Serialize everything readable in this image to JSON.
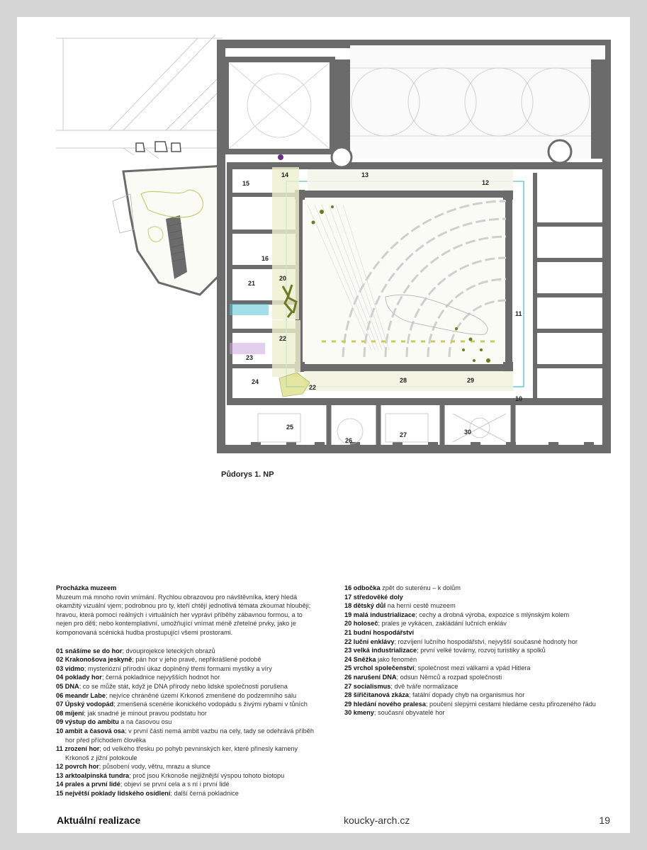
{
  "plan": {
    "labels": [
      "10",
      "11",
      "12",
      "13",
      "14",
      "15",
      "16",
      "20",
      "21",
      "22",
      "22",
      "23",
      "24",
      "25",
      "26",
      "27",
      "28",
      "29",
      "30"
    ],
    "colors": {
      "wall": "#6b6b6c",
      "wall_light": "#8c8c8e",
      "accent_cyan": "#58c4d6",
      "accent_olive": "#6d7a1e",
      "accent_purple": "#6b2f8a",
      "accent_yellow": "#d9dd7a"
    }
  },
  "caption": "Půdorys 1. NP",
  "intro": {
    "title": "Procházka muzeem",
    "text": "Muzeum má mnoho rovin vnímání. Rychlou obrazovou pro návštěvníka, který hledá okamžitý vizuální vjem; podrobnou pro ty, kteří chtějí jednotlivá témata zkoumat hlouběji; hravou, která pomocí reálných i virtuálních her vypráví příběhy zábavnou formou, a to nejen pro děti; nebo kontemplativní, umožňující vnímat méně zřetelné prvky, jako je komponovaná scénická hudba prostupující všemi prostorami."
  },
  "items_left": [
    {
      "b": "01 snášíme se do hor",
      "t": "; dvouprojekce leteckých obrazů"
    },
    {
      "b": "02 Krakonošova jeskyně",
      "t": "; pán hor v jeho pravé, nepřikrášlené podobě"
    },
    {
      "b": "03 vidmo",
      "t": "; mysteriózní přírodní úkaz doplněný třemi formami mystiky a víry"
    },
    {
      "b": "04 poklady hor",
      "t": "; černá pokladnice nejvyšších hodnot hor"
    },
    {
      "b": "05 DNA",
      "t": "; co se může stát, když je DNA přírody nebo lidské společnosti porušena"
    },
    {
      "b": "06 meandr Labe",
      "t": "; nejvíce chráněné území Krkonoš zmenšené do podzemního sálu"
    },
    {
      "b": "07 Úpský vodopád",
      "t": "; zmenšená scenérie ikonického vodopádu s živými rybami v tůních"
    },
    {
      "b": "08 míjení",
      "t": "; jak snadné je minout pravou podstatu hor"
    },
    {
      "b": "09 výstup do ambitu",
      "t": " a na časovou osu"
    },
    {
      "b": "10 ambit a časová osa",
      "t": "; v první části nemá ambit vazbu na cely, tady se odehrává příběh hor před příchodem člověka"
    },
    {
      "b": "11 zrození hor",
      "t": "; od velkého třesku po pohyb pevninských ker, které přinesly kameny Krkonoš z jižní polokoule"
    },
    {
      "b": "12 povrch hor",
      "t": "; působení vody, větru, mrazu a slunce"
    },
    {
      "b": "13 arktoalpinská tundra",
      "t": "; proč jsou Krkonoše nejjižnější výspou tohoto biotopu"
    },
    {
      "b": "14 prales a první lidé",
      "t": "; objeví se první cela a s ní i první lidé"
    },
    {
      "b": "15 největší poklady lidského osídlení",
      "t": "; další černá pokladnice"
    }
  ],
  "items_right": [
    {
      "b": "16 odbočka",
      "t": " zpět do suterénu – k dolům"
    },
    {
      "b": "17 středověké doly",
      "t": ""
    },
    {
      "b": "18 dětský důl",
      "t": " na herní cestě muzeem"
    },
    {
      "b": "19 malá industrializace",
      "t": "; cechy a drobná výroba, expozice s mlýnským kolem"
    },
    {
      "b": "20 holoseč",
      "t": "; prales je vykácen, zakládání lučních enkláv"
    },
    {
      "b": "21 budní hospodářství",
      "t": ""
    },
    {
      "b": "22 luční enklávy",
      "t": "; rozvíjení lučního hospodářství, nejvyšší současné hodnoty hor"
    },
    {
      "b": "23 velká industrializace",
      "t": "; první velké továrny, rozvoj turistiky a spolků"
    },
    {
      "b": "24 Sněžka",
      "t": " jako fenomén"
    },
    {
      "b": "25 vrchol společenství",
      "t": "; společnost mezi válkami a vpád Hitlera"
    },
    {
      "b": "26 narušení DNA",
      "t": "; odsun Němců a rozpad společnosti"
    },
    {
      "b": "27 socialismus",
      "t": "; dvě tváře normalizace"
    },
    {
      "b": "28 šiřičitanová zkáza",
      "t": "; fatální dopady chyb na organismus hor"
    },
    {
      "b": "29 hledání nového pralesa",
      "t": "; poučení slepými cestami hledáme cestu přirozeného řádu"
    },
    {
      "b": "30 kmeny",
      "t": "; současní obyvatelé hor"
    }
  ],
  "footer": {
    "left": "Aktuální realizace",
    "center": "koucky-arch.cz",
    "right": "19"
  }
}
